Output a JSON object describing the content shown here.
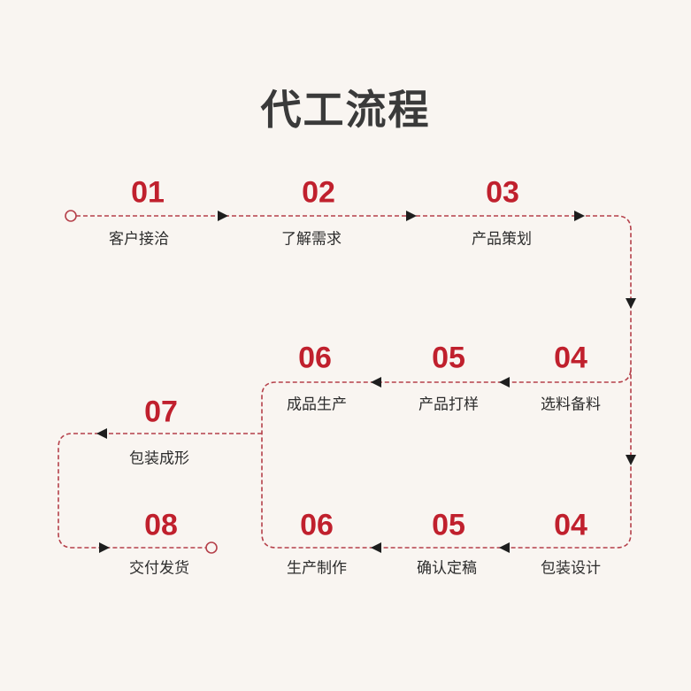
{
  "title": "代工流程",
  "colors": {
    "background": "#f9f5f1",
    "number": "#c0202d",
    "line": "#b5404a",
    "arrow": "#1e1e1e",
    "title": "#3a3a3a"
  },
  "steps": [
    {
      "num": "01",
      "label": "客户接洽"
    },
    {
      "num": "02",
      "label": "了解需求"
    },
    {
      "num": "03",
      "label": "产品策划"
    },
    {
      "num": "04",
      "label": "选料备料"
    },
    {
      "num": "05",
      "label": "产品打样"
    },
    {
      "num": "06",
      "label": "成品生产"
    },
    {
      "num": "07",
      "label": "包装成形"
    },
    {
      "num": "04",
      "label": "包装设计"
    },
    {
      "num": "05",
      "label": "确认定稿"
    },
    {
      "num": "06",
      "label": "生产制作"
    },
    {
      "num": "08",
      "label": "交付发货"
    }
  ]
}
